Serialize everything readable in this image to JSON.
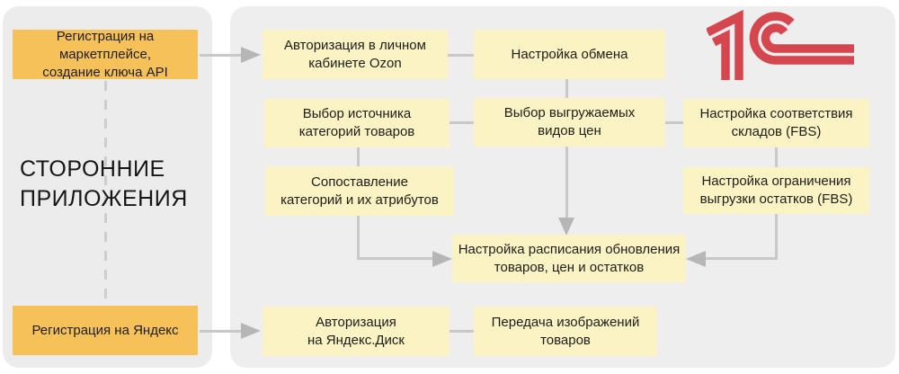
{
  "colors": {
    "left_panel_bg": "#ececec",
    "right_panel_bg": "#eeeeee",
    "orange_box_bg": "#f7c159",
    "yellow_box_bg": "#fbf3c3",
    "connector_line": "#c8c8c8",
    "arrowhead": "#b6b6b6",
    "logo_red": "#d5464f",
    "text": "#1d1d1b"
  },
  "left_panel": {
    "title": "СТОРОННИЕ\nПРИЛОЖЕНИЯ",
    "register_marketplace": "Регистрация на маркетплейсе,\nсоздание ключа API",
    "register_yandex": "Регистрация на Яндекс"
  },
  "right_panel": {
    "logo_text": "1С",
    "ozon_auth": "Авторизация в личном\nкабинете Ozon",
    "exchange_setup": "Настройка обмена",
    "category_source": "Выбор источника\nкатегорий товаров",
    "price_types": "Выбор выгружаемых\nвидов цен",
    "warehouse_mapping": "Настройка соответствия\nскладов (FBS)",
    "category_mapping": "Сопоставление\nкатегорий и их атрибутов",
    "stock_limit": "Настройка ограничения\nвыгрузки остатков (FBS)",
    "schedule_setup": "Настройка расписания обновления\nтоваров, цен и остатков",
    "yandex_disk_auth": "Авторизация\nна Яндекс.Диск",
    "image_transfer": "Передача изображений\nтоваров"
  }
}
